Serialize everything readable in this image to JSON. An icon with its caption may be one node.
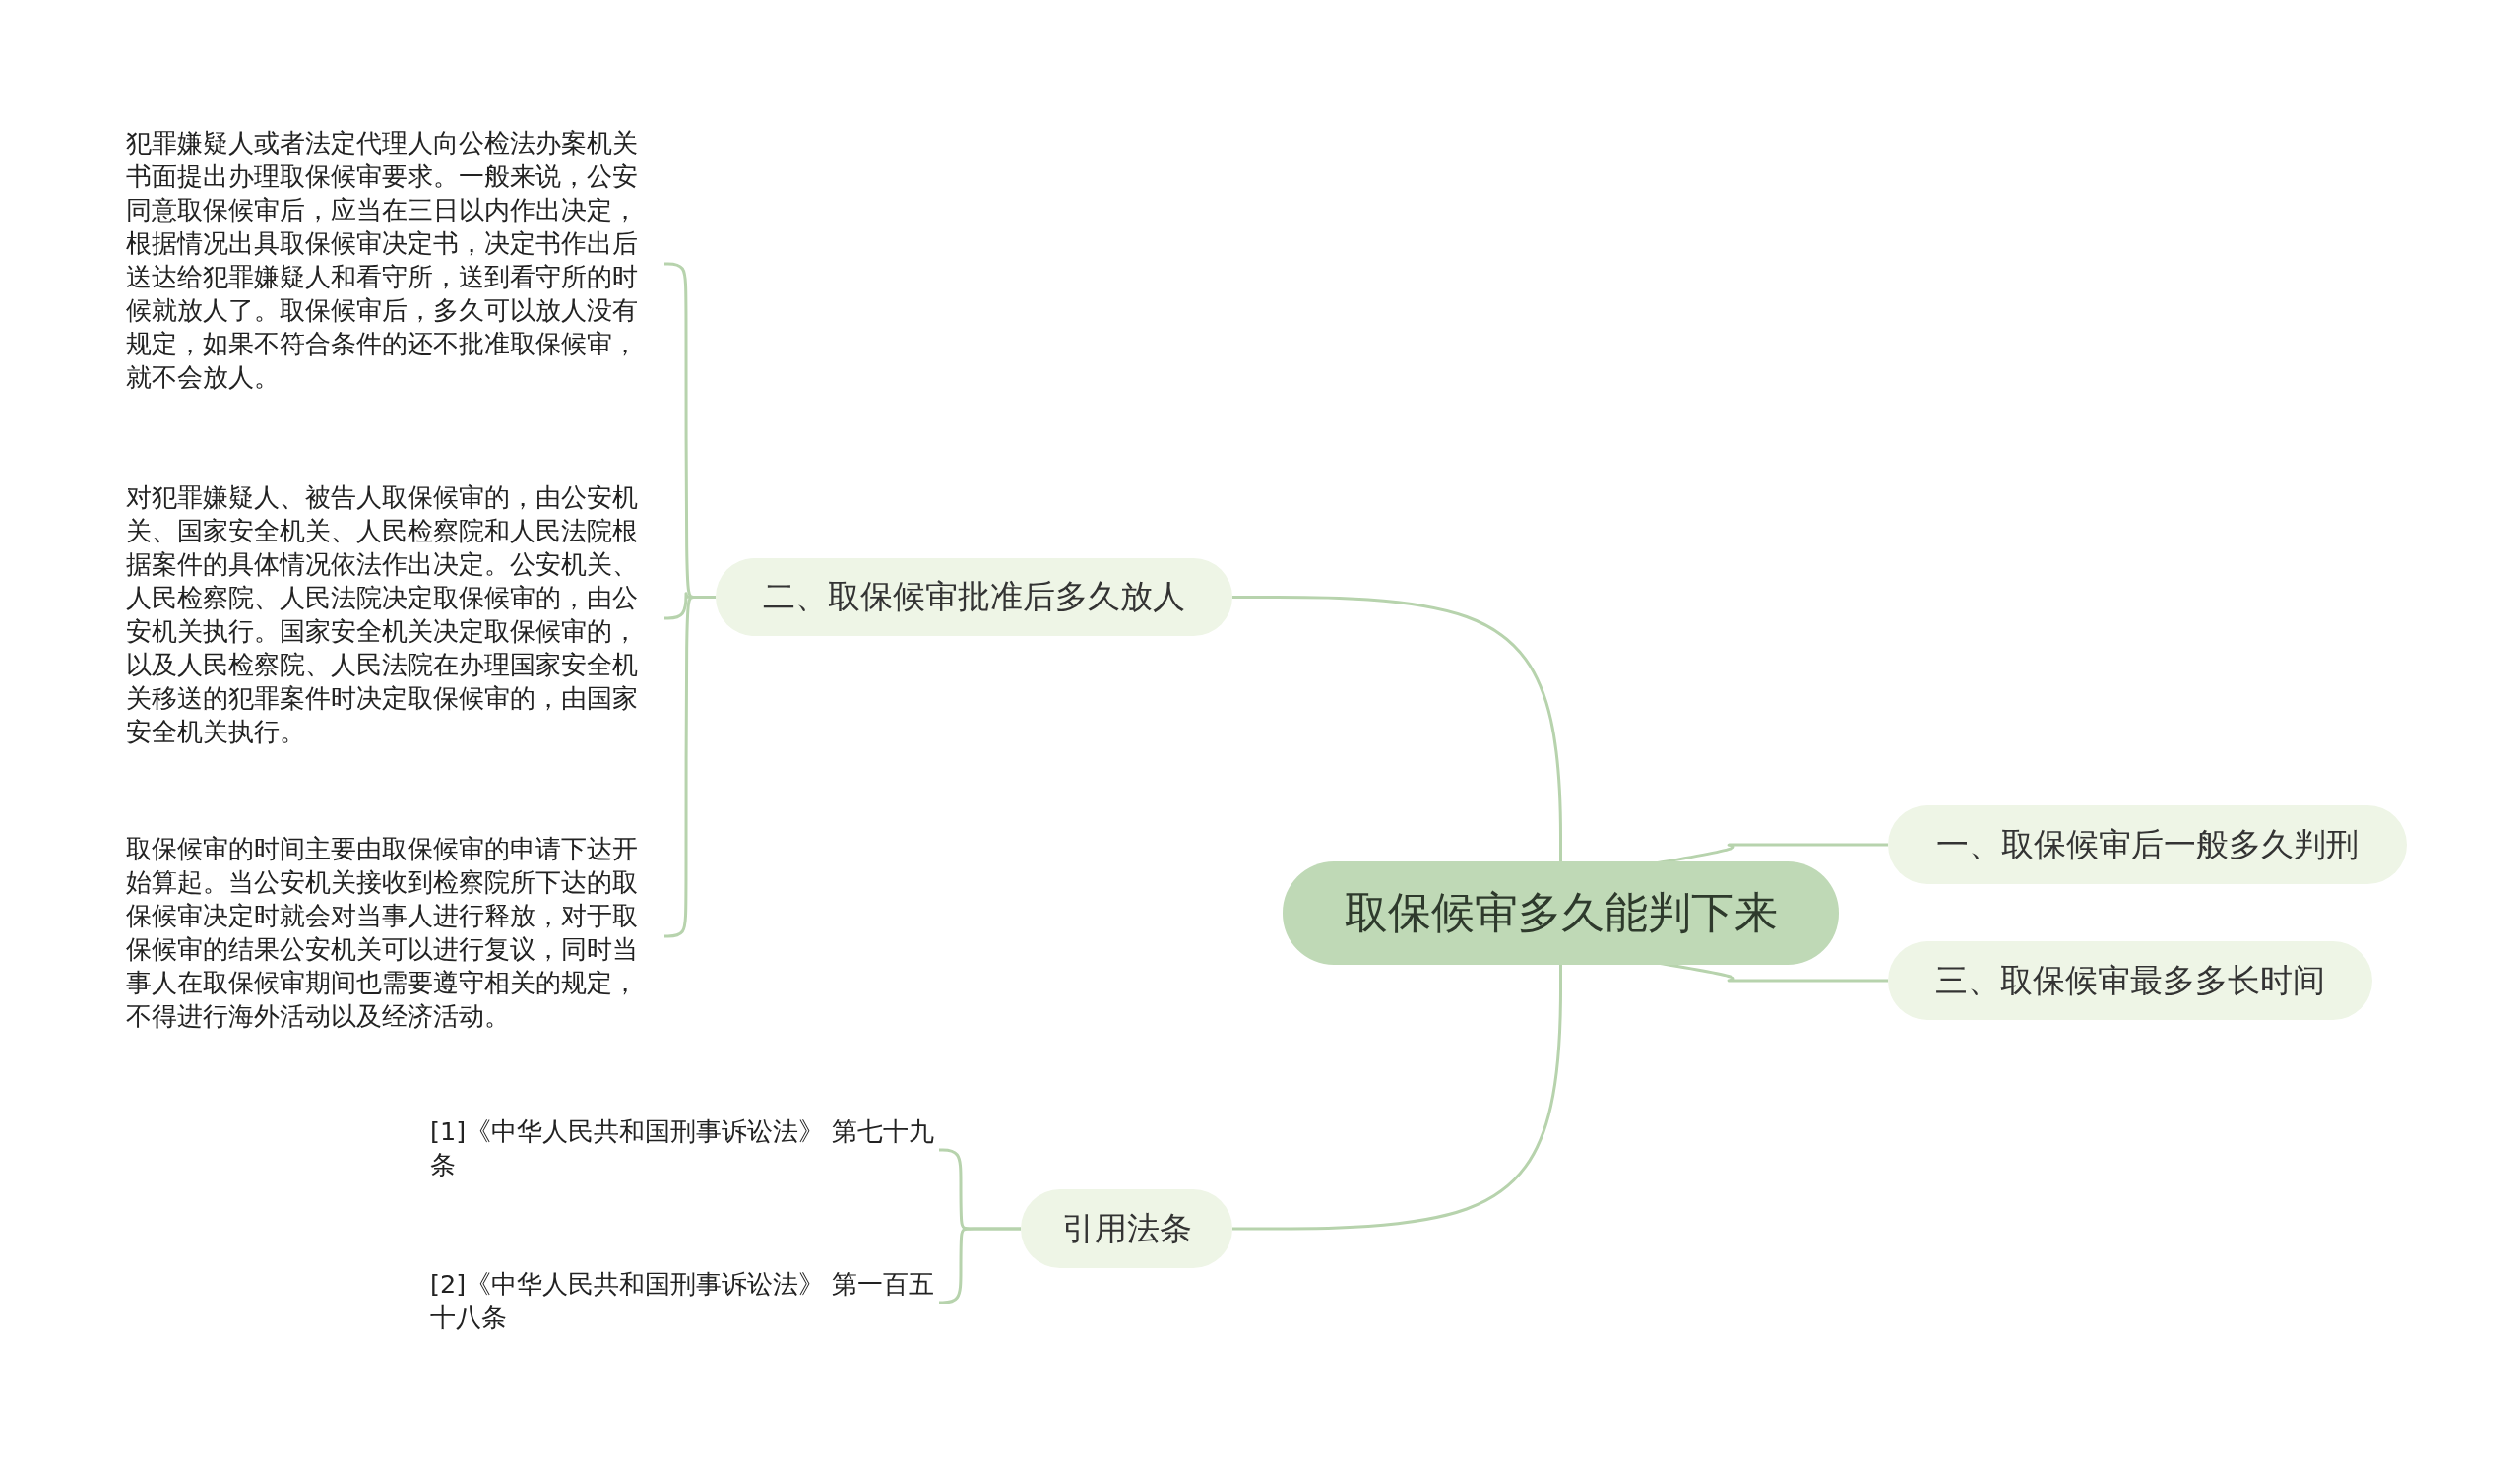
{
  "diagram": {
    "nodes": [
      {
        "text": [
          "取保候审多久能判下来"
        ]
      },
      {
        "text": [
          "二、取保候审批准后多久放人"
        ]
      },
      {
        "text": [
          "犯罪嫌疑人或者法定代理人向公检法办案机关书面提出办理取保候审要求。一般来说，公安同意取保候审后，应当在三日以内作出决定，根据情况出具取保候审决定书，决定书作出后送达给犯罪嫌疑人和看守所，送到看守所的时候就放人了。取保候审后，多久可以放人没有规定，如果不符合条件的还不批准取保候审，就不会放人。"
        ]
      },
      {
        "text": [
          "对犯罪嫌疑人、被告人取保候审的，由公安机关、国家安全机关、人民检察院和人民法院根据案件的具体情况依法作出决定。公安机关、人民检察院、人民法院决定取保候审的，由公安机关执行。国家安全机关决定取保候审的，以及人民检察院、人民法院在办理国家安全机关移送的犯罪案件时决定取保候审的，由国家安全机关执行。"
        ]
      },
      {
        "text": [
          "取保候审的时间主要由取保候审的申请下达开始算起。当公安机关接收到检察院所下达的取保候审决定时就会对当事人进行释放，对于取保候审的结果公安机关可以进行复议，同时当事人在取保候审期间也需要遵守相关的规定，不得进行海外活动以及经济活动。"
        ]
      },
      {
        "text": [
          "一、取保候审后一般多久判刑"
        ]
      },
      {
        "text": [
          "三、取保候审最多多长时间"
        ]
      },
      {
        "text": [
          "引用法条"
        ]
      },
      {
        "text": [
          "[1]《中华人民共和国刑事诉讼法》 第七十九条"
        ]
      },
      {
        "text": [
          "[2]《中华人民共和国刑事诉讼法》 第一百五十八条"
        ]
      }
    ],
    "edges": [
      {
        "from": 0,
        "to": 1,
        "arrow": "none"
      },
      {
        "from": 1,
        "to": 2,
        "arrow": "none"
      },
      {
        "from": 1,
        "to": 3,
        "arrow": "none"
      },
      {
        "from": 1,
        "to": 4,
        "arrow": "none"
      },
      {
        "from": 0,
        "to": 5,
        "arrow": "none"
      },
      {
        "from": 0,
        "to": 6,
        "arrow": "none"
      },
      {
        "from": 0,
        "to": 7,
        "arrow": "none"
      },
      {
        "from": 7,
        "to": 8,
        "arrow": "none"
      },
      {
        "from": 7,
        "to": 9,
        "arrow": "none"
      }
    ]
  }
}
